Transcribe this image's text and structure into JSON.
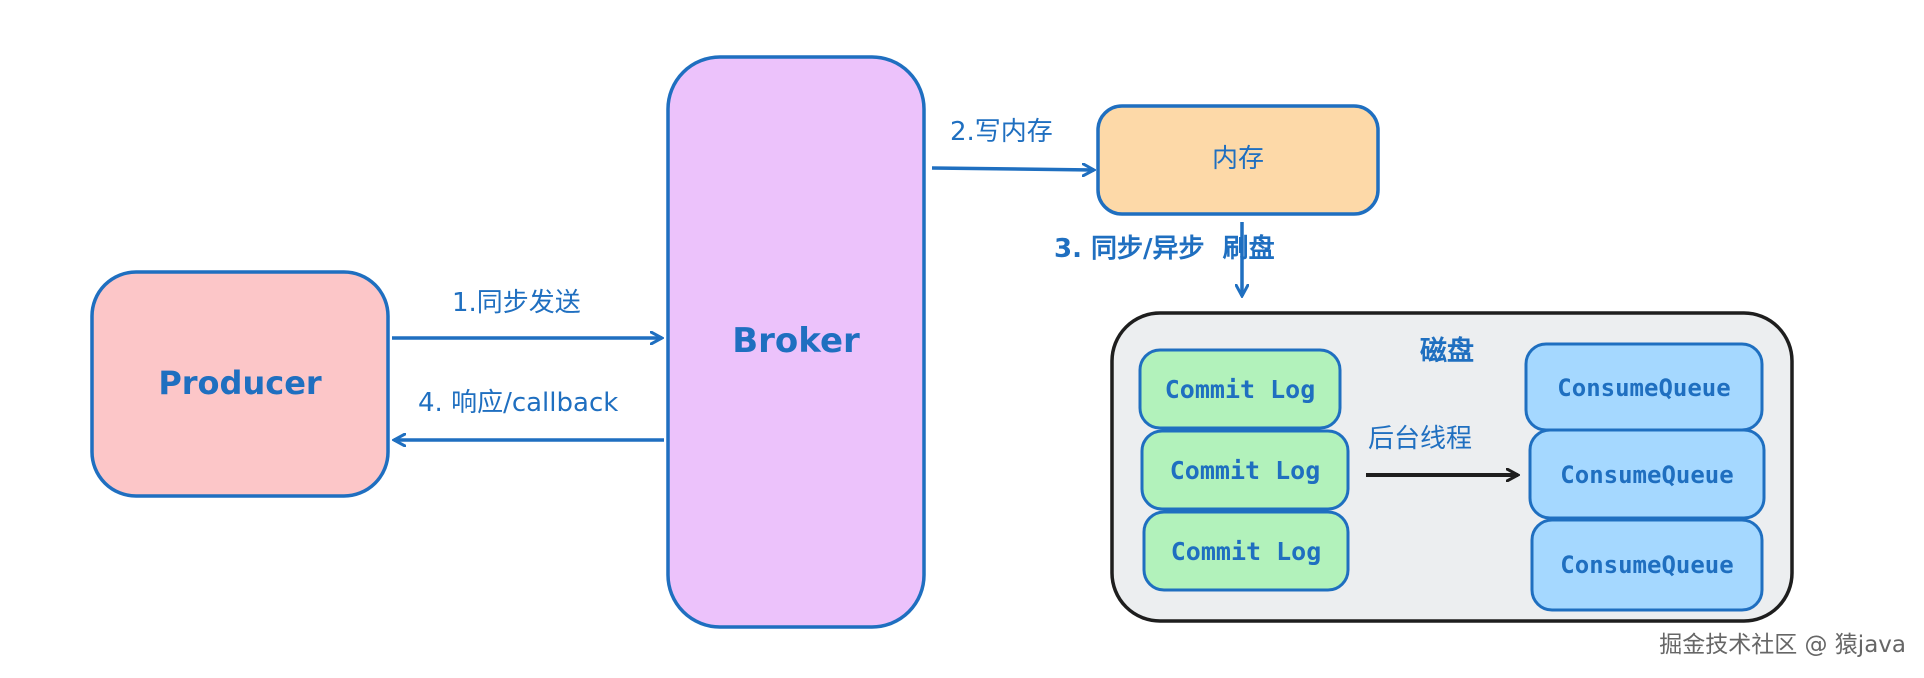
{
  "nodes": {
    "producer": "Producer",
    "broker": "Broker",
    "memory": "内存",
    "disk": "磁盘",
    "commit_logs": [
      "Commit Log",
      "Commit Log",
      "Commit Log"
    ],
    "consume_queues": [
      "ConsumeQueue",
      "ConsumeQueue",
      "ConsumeQueue"
    ]
  },
  "edges": {
    "sync_send": "1.同步发送",
    "write_memory": "2.写内存",
    "flush": "3. 同步/异步  刷盘",
    "response": "4. 响应/callback",
    "background_thread": "后台线程"
  },
  "watermark": "掘金技术社区 @ 猿java",
  "colors": {
    "producer_fill": "#fcc6c8",
    "broker_fill": "#ecc2fb",
    "memory_fill": "#fdd9a8",
    "disk_fill": "#eceef0",
    "commit_log_fill": "#b2f2bb",
    "consume_queue_fill": "#a5d8ff",
    "stroke_blue": "#1f6fc0",
    "text_blue": "#1f6fc0",
    "stroke_black": "#1e1e1e",
    "commit_log_stroke": "#2f9e44"
  }
}
